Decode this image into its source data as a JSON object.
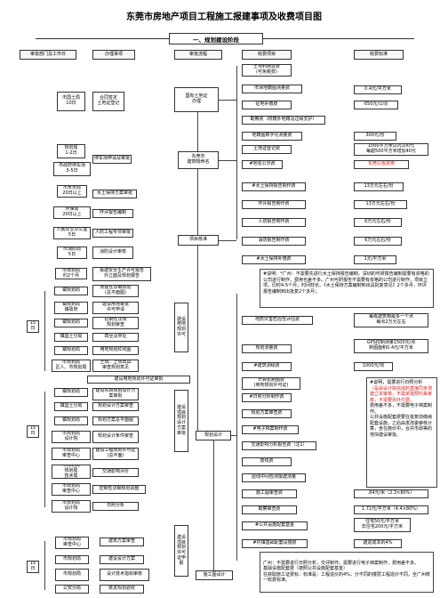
{
  "title": "东莞市房地产项目工程施工报建事项及收费项目图",
  "phase": "一、规划建设阶段",
  "headers": [
    "审批部门及工作日",
    "办理事项",
    "审批流程",
    "收费项目",
    "收费标准"
  ],
  "left": {
    "land_bureau": "市国土局\n10日",
    "planning_bureau": "规划局\n1-2日",
    "parking": "市政府停车场\n3-5日",
    "water": "市水务局\n20日以上",
    "env": "环保局\n20日以上",
    "civil_air": "人民防空办公室\n5日",
    "fire": "市消防局\n5日",
    "plan_bureau2": "市规划局\n约2个月",
    "r1": "镇规划局",
    "r2": "镇规划局\n镇政府",
    "r3": "镇规划局",
    "r4": "镇国土分局",
    "r5": "镇规划局",
    "r6": "市规划局\n区人、市规划局",
    "r7": "镇规划局",
    "r8": "镇国土分局",
    "r9": "镇规划局",
    "r10": "市规划局\n设计院",
    "r11": "市规划局\n审查中心",
    "r12": "市规划局\n规划局\n技术局",
    "r13": "市规划局\n审查中心",
    "r14": "市规划局\n设计院",
    "r15": "市规划局\n审查中心",
    "r16": "市规划局",
    "r17": "市规划局",
    "r18": "市规划局\n技术局",
    "r19": "公安分局"
  },
  "days15": "15日",
  "middle": {
    "contract": "合同签定\n土地证登记",
    "plan_apply": "用地规划审批",
    "parking_item": "停车场申请及审批",
    "water_item": "水土保持方案审批",
    "env_item": "环评报告编制",
    "civil_item": "人防工程专项审批",
    "fire_item": "消防设计审核",
    "planning_report": "报建安全生产许可报告\n外立面及规划报告",
    "s1": "修建性详细规划\n(总平面图)",
    "s2": "建设用地审批\n许可申请",
    "s3": "控制性详规\n规划审查",
    "s4": "四至及界址",
    "s5": "用地规划红线图",
    "s6": "土规、上规出具\n审查规划意见",
    "s7": "建设用地规划许可证审批",
    "s8": "建设项目规划设计方案审批",
    "s9": "规划设计方案审查",
    "s10": "规划方案总平面图",
    "s11": "规划设计条件审查",
    "s12": "建筑施工图审查",
    "s13": "建设工程规划许可证\n(总平面)",
    "s14": "交通影响评价",
    "s15": "控制性详细规划调整",
    "s16": "日照分析",
    "s17": "建筑方案审查",
    "s18": "建设设计方案",
    "s19": "设计技术指标审核",
    "s20": "核发规划验收"
  },
  "flow": {
    "land_cert": "国有土地证\n办理",
    "parking_flow": "东莞市\n建筑物命名",
    "project_approval": "项目核准",
    "plan_permit": "建设\n用地\n规划\n许可",
    "plan_design": "建设\n项目\n规划\n设计\n方案\n审批",
    "plan_design2": "规划设计",
    "build_permit": "建设\n项目\n规划\n许可\n证申\n报",
    "construction": "施工图设计"
  },
  "fees": {
    "f1": "土地利用现状\n(可免税费)",
    "f2": "市场地籍图测量费",
    "f3": "征地补偿费",
    "f4": "勘察费（权籍外地籍及边缘支护）",
    "f5": "地籍图数字化测量费",
    "f6": "土地证登记费",
    "f7": "#地名公示费",
    "f8": "#水土保持报告制作费",
    "f9": "环评报告制作费",
    "f10": "人防报告制作费",
    "f11": "消防报告制作费",
    "f12": "#水土保持补偿费",
    "f13": "地质灾害危险性评估费",
    "f14": "规划测量费",
    "f15": "#建筑测绘费",
    "f16": "计算机制图费\n(用地规划许可证)",
    "f17": "#日照分析制作费",
    "f18": "规划方案审查费",
    "f19": "#电子档案制作费",
    "f20": "交通影响分析报告费（注1）",
    "f21": "放线费",
    "f22": "验线中间检测报建测量",
    "f23": "施工图审查费",
    "f24": "勘察审查费",
    "f25": "#公共设施配套基金",
    "f26": "#村镇基础配套设施费"
  },
  "standards": {
    "s1": "0.4元/平方米",
    "s2": "650元/公顷",
    "s3": "300元/份",
    "s4": "1000平方米以内100元\n每超500平方米增加40元",
    "s5": "东莞公报费用",
    "s6": "13万元左右/份",
    "s7": "13万元左右/份",
    "s8": "6万元左右/份",
    "s9": "6万元左右/份",
    "s10": "1元/平方米",
    "s11": "每栋建筑物最多一个点\n每点2万元左右",
    "s12": "GPS控制测量1500元/点\n新图面积0.4元/平方米",
    "s13": "1000元/项",
    "s14": ".84元/米（2.3×80%）",
    "s15": "1.72元/平方米（4.4×80%）",
    "s16": "住宅50元/平方米\n非住宅200元/平方米",
    "s17": "建造成本的4%"
  },
  "notes": {
    "n1": "#说明：*广州：不需要先进行水土保持报告编制，深圳的可研报告编制需要有资格的公司进行制作，费用也差不多。广州可研报告不需要有资格的公司进行制作，项目立项，历时4-5个月，时间较长。《水土保持方案编制到出具批复意见》2个多月，环评报告编制到出批复2个多月；",
    "n2a": "#说明，需要进行日照分析",
    "n2b": "（是由设计院完成的直接同步测建立本审核，不需单独预约来审核，不需要另外付费。",
    "n2c": "费用差不多，不需要电子档案制作。",
    "n2d": "公共设施配套费要在批复前缴纳配套设施，之后由发改委审核计算，含在施价中，合并市政等的地块建设审批。",
    "n3": "广州：不需要进行日照分析，交评制作。需要进行电子档案制作，费用差不多。\n基础设施配套费（按照公共设施配套基金）\n在获取施工证费标：标准是：工程造价的4%，分不同的楼层工程造价不同，全广州统一收费标准。"
  }
}
